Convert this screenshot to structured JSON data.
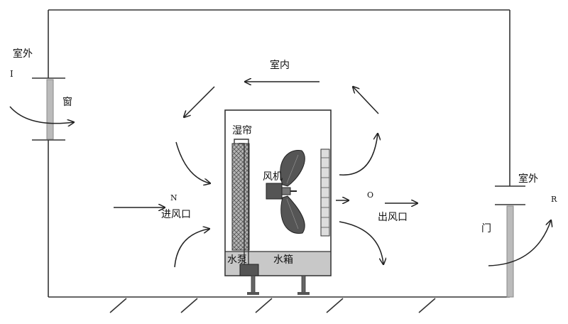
{
  "labels": {
    "outdoor_left": "室外",
    "point_i": "I",
    "window": "窗",
    "indoor": "室内",
    "wet_curtain": "湿帘",
    "fan": "风机",
    "point_n": "N",
    "air_inlet": "进风口",
    "point_o": "O",
    "air_outlet": "出风口",
    "outdoor_right": "室外",
    "point_r": "R",
    "door": "门",
    "water_pump": "水泵",
    "water_tank": "水箱"
  },
  "colors": {
    "line": "#333333",
    "wall": "#555555",
    "pane": "#bbbbbb",
    "tank": "#c8c8c8",
    "pad": "#aaaaaa",
    "blade": "#555555"
  }
}
